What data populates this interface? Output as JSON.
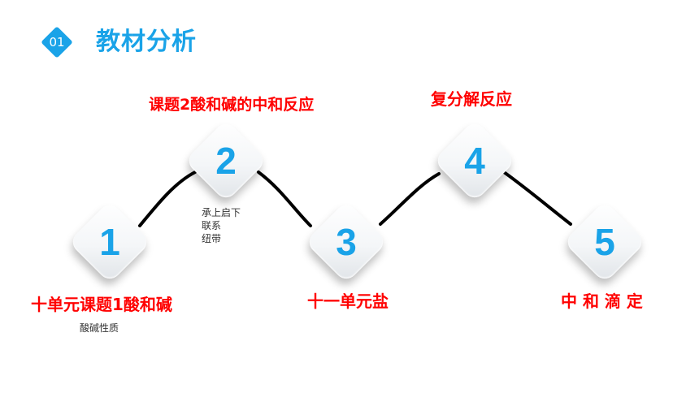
{
  "header": {
    "badge_number": "01",
    "title": "教材分析",
    "accent_color": "#1aa3e8"
  },
  "nodes": [
    {
      "number": "1",
      "title": "十单元课题1酸和碱",
      "notes": [
        "酸碱性质"
      ]
    },
    {
      "number": "2",
      "title": "课题2酸和碱的中和反应",
      "notes": [
        "承上启下",
        "联系",
        "纽带"
      ]
    },
    {
      "number": "3",
      "title": "十一单元盐",
      "notes": []
    },
    {
      "number": "4",
      "title": "复分解反应",
      "notes": []
    },
    {
      "number": "5",
      "title": "中 和 滴 定",
      "notes": []
    }
  ],
  "colors": {
    "label": "#ff0000",
    "digit": "#1aa3e8",
    "connector": "#000000"
  }
}
